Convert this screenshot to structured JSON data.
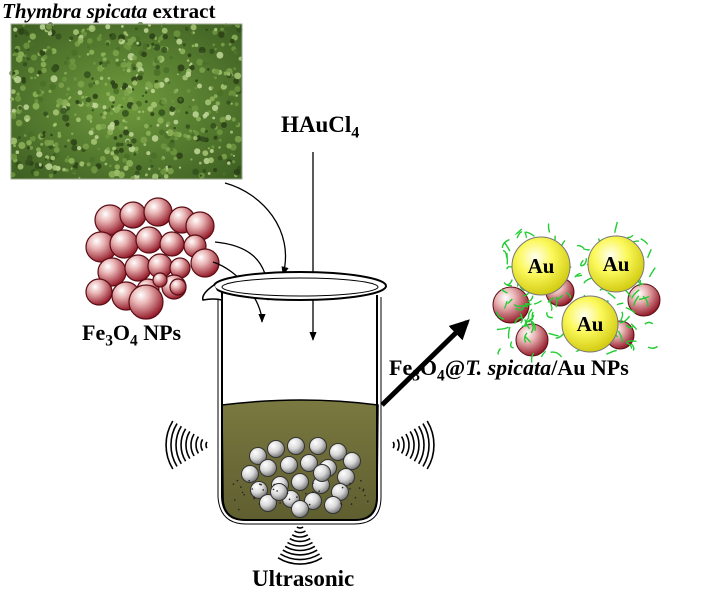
{
  "labels": {
    "plant_name": "Thymbra spicata",
    "plant_suffix": " extract",
    "reagent_main": "HAuCl",
    "reagent_sub": "4",
    "np_fe": "Fe",
    "np_sub1": "3",
    "np_o": "O",
    "np_sub2": "4",
    "np_suffix": " NPs",
    "prod_fe": "Fe",
    "prod_sub1": "3",
    "prod_o": "O",
    "prod_sub2": "4",
    "prod_at": "@",
    "prod_italic": "T. spicata",
    "prod_suffix": "/Au NPs",
    "ultrasonic": "Ultrasonic"
  },
  "product_particles": [
    "Au",
    "Au",
    "Au"
  ],
  "colors": {
    "liquid": "#6b6a38",
    "fe3o4_sphere": "#a8202a",
    "gold_sphere": "#f2ef2a",
    "shell_green": "#28d23a",
    "plant_green": "#4f7a2e"
  }
}
